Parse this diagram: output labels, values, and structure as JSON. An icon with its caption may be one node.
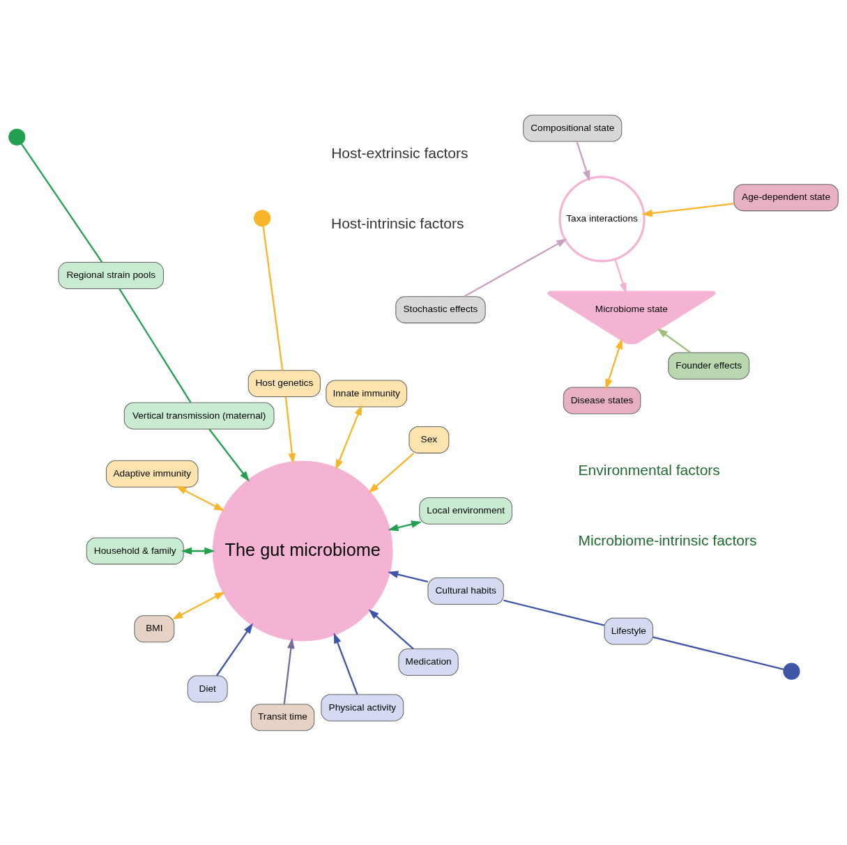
{
  "diagram": {
    "nodes": [
      {
        "text": [
          "The gut microbiome"
        ]
      },
      {
        "text": [
          "Microbiome state"
        ]
      },
      {
        "text": [
          "Taxa interactions"
        ]
      },
      {
        "text": [
          "Disease states"
        ]
      },
      {
        "text": [
          "Age-dependent state"
        ]
      },
      {
        "text": [
          "Compositional state"
        ]
      },
      {
        "text": [
          "Stochastic effects"
        ]
      },
      {
        "text": [
          "Founder effects"
        ]
      },
      {
        "text": [
          "Local environment"
        ]
      },
      {
        "text": [
          "Sex"
        ]
      },
      {
        "text": [
          "Innate immunity"
        ]
      },
      {
        "text": [
          "Host genetics"
        ]
      },
      {
        "text": [
          "Vertical transmission (maternal)"
        ]
      },
      {
        "text": [
          "Regional strain pools"
        ]
      },
      {
        "text": [
          "Adaptive immunity"
        ]
      },
      {
        "text": [
          "Household & family"
        ]
      },
      {
        "text": [
          "BMI"
        ]
      },
      {
        "text": [
          "Diet"
        ]
      },
      {
        "text": [
          "Transit time"
        ]
      },
      {
        "text": [
          "Physical activity"
        ]
      },
      {
        "text": [
          "Medication"
        ]
      },
      {
        "text": [
          "Cultural habits"
        ]
      },
      {
        "text": [
          "Lifestyle"
        ]
      },
      {
        "text": [],
        "shape": "circle"
      },
      {
        "text": [],
        "shape": "circle"
      },
      {
        "text": [],
        "shape": "circle"
      }
    ],
    "edges": [
      {
        "from": 3,
        "to": 1,
        "arrow": "both"
      },
      {
        "from": 4,
        "to": 2,
        "arrow": "to"
      },
      {
        "from": 5,
        "to": 2,
        "arrow": "to",
        "color": "#c9a0c0"
      },
      {
        "from": 6,
        "to": 2,
        "arrow": "to",
        "color": "#c9a0c0"
      },
      {
        "from": 7,
        "to": 1,
        "arrow": "to",
        "color": "#9dbf7a"
      },
      {
        "from": 2,
        "to": 1,
        "arrow": "to",
        "color": "#f2b3d3"
      },
      {
        "from": 8,
        "to": 0,
        "arrow": "both",
        "color": "#22a04f"
      },
      {
        "from": 9,
        "to": 0,
        "arrow": "to"
      },
      {
        "from": 10,
        "to": 0,
        "arrow": "both"
      },
      {
        "from": 23,
        "to": 11,
        "arrow": "none"
      },
      {
        "from": 11,
        "to": 0,
        "arrow": "to"
      },
      {
        "from": 24,
        "to": 13,
        "arrow": "none",
        "color": "#22a04f"
      },
      {
        "from": 13,
        "to": 12,
        "arrow": "none",
        "color": "#22a04f"
      },
      {
        "from": 12,
        "to": 0,
        "arrow": "to",
        "color": "#22a04f"
      },
      {
        "from": 14,
        "to": 0,
        "arrow": "both"
      },
      {
        "from": 15,
        "to": 0,
        "arrow": "both",
        "color": "#22a04f"
      },
      {
        "from": 16,
        "to": 0,
        "arrow": "both"
      },
      {
        "from": 17,
        "to": 0,
        "arrow": "to",
        "color": "#3f55a8"
      },
      {
        "from": 18,
        "to": 0,
        "arrow": "to",
        "color": "#7a6a9a"
      },
      {
        "from": 19,
        "to": 0,
        "arrow": "to",
        "color": "#3f55a8"
      },
      {
        "from": 20,
        "to": 0,
        "arrow": "to",
        "color": "#3f55a8"
      },
      {
        "from": 25,
        "to": 22,
        "arrow": "none",
        "color": "#3f55a8"
      },
      {
        "from": 22,
        "to": 21,
        "arrow": "none",
        "color": "#3f55a8"
      },
      {
        "from": 21,
        "to": 0,
        "arrow": "to",
        "color": "#3f55a8"
      }
    ],
    "labels": [
      "Microbiome-intrinsic factors",
      "Environmental factors",
      "Host-intrinsic factors",
      "Host-extrinsic factors"
    ]
  }
}
